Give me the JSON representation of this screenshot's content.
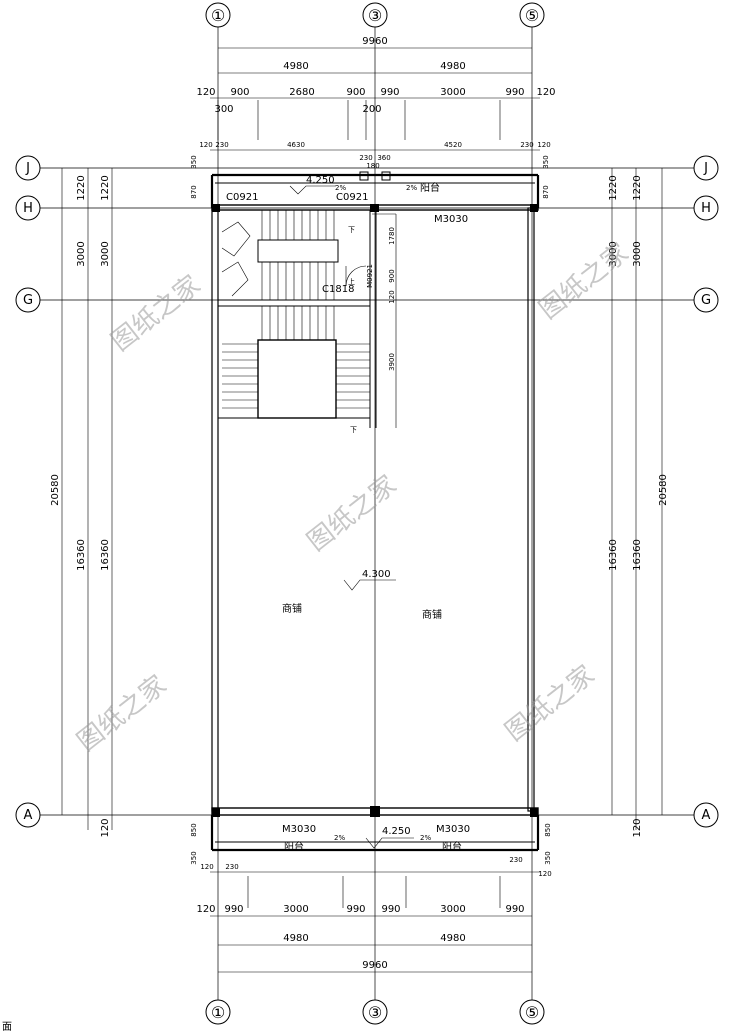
{
  "axes_vertical": [
    "①",
    "③",
    "⑤"
  ],
  "axes_horizontal": [
    "J",
    "H",
    "G",
    "A"
  ],
  "dims_top": {
    "total": "9960",
    "halves": [
      "4980",
      "4980"
    ],
    "segments": [
      "120",
      "900",
      "2680",
      "900",
      "990",
      "3000",
      "990",
      "120"
    ],
    "sub": [
      "300",
      "200"
    ],
    "small": [
      "120",
      "230",
      "4630",
      "4520",
      "230",
      "120"
    ],
    "tiny": [
      "230",
      "180",
      "360"
    ]
  },
  "dims_bottom": {
    "total": "9960",
    "halves": [
      "4980",
      "4980"
    ],
    "segments": [
      "120",
      "990",
      "3000",
      "990",
      "990",
      "3000",
      "990"
    ],
    "small": [
      "120",
      "230",
      "230",
      "120"
    ],
    "edge": [
      "350",
      "850",
      "850",
      "350"
    ]
  },
  "dims_side": {
    "outer": "20580",
    "inner": [
      "1220",
      "3000",
      "16360",
      "120"
    ],
    "upper_small": [
      "350",
      "870",
      "870",
      "350"
    ]
  },
  "dims_interior": [
    "1780",
    "900",
    "120",
    "3900"
  ],
  "labels": {
    "c0921_a": "C0921",
    "c0921_b": "C0921",
    "m3030_top": "M3030",
    "m3030_bl": "M3030",
    "m3030_br": "M3030",
    "c1818": "C1818",
    "m0921": "M0921",
    "balcony_top": "阳台",
    "balcony_bl": "阳台",
    "balcony_br": "阳台",
    "shop_left": "商铺",
    "shop_right": "商铺",
    "slope_a": "2%",
    "slope_b": "2%",
    "slope_c": "2%",
    "slope_d": "2%",
    "down_a": "下",
    "up_a": "上",
    "down_b": "下",
    "corner_char": "面"
  },
  "elevations": {
    "top": "4.250",
    "main": "4.300",
    "bottom": "4.250"
  },
  "watermark": "图纸之家"
}
